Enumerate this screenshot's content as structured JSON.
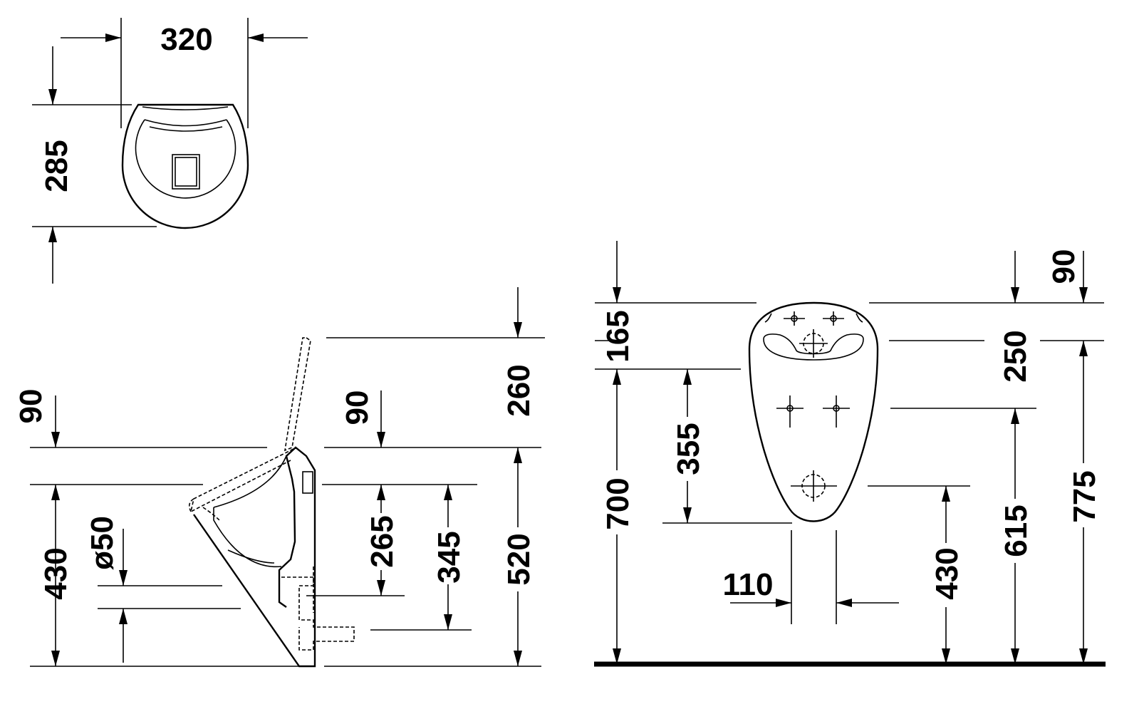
{
  "top_view": {
    "width": "320",
    "depth": "285"
  },
  "side_view": {
    "top_offset_left": "90",
    "top_offset_mid": "90",
    "lid_height": "260",
    "inlet_height": "430",
    "outlet_diameter": "ø50",
    "outlet_to_rim": "265",
    "waste_to_rim": "345",
    "rim_height": "520"
  },
  "front_view": {
    "top_to_holes": "165",
    "holes_to_bottom": "355",
    "mount_height": "700",
    "outlet_width": "110",
    "top_to_rim_right": "90",
    "rim_to_fixing": "250",
    "waste_height": "430",
    "fixing_height": "615",
    "overall_height": "775"
  }
}
